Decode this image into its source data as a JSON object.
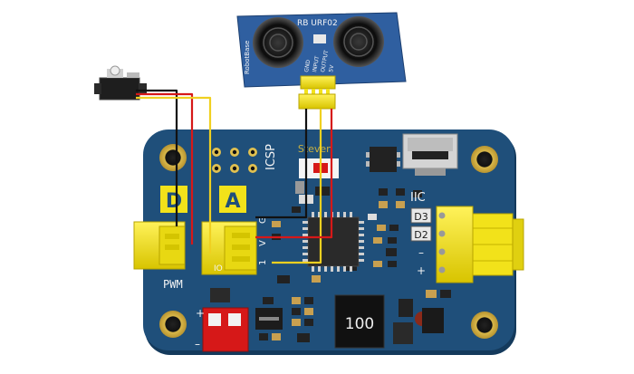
{
  "sensor": {
    "model_label": "RB URF02",
    "brand_label": "RobotBase",
    "pin_labels": [
      "GND",
      "INPUT",
      "OUTPUT",
      "5V"
    ]
  },
  "board": {
    "label_d": "D",
    "label_a": "A",
    "icsp_label": "ICSP",
    "steven_label": "Steven",
    "iic_label": "IIC",
    "iic_pins": [
      "D3",
      "D2",
      "–",
      "+"
    ],
    "pwm_label": "PWM",
    "io_label": "IO",
    "inductor_label": "100",
    "header_pin_labels": [
      "G",
      "V",
      "1"
    ],
    "battery_plus": "+",
    "battery_minus": "–"
  },
  "colors": {
    "pcb": "#1f4f7a",
    "pcb_edge": "#143a5c",
    "connector": "#f2e21a",
    "wire_red": "#d61818",
    "wire_black": "#111111",
    "wire_yellow": "#f0d020",
    "sensor_pcb": "#2f5fa0"
  }
}
